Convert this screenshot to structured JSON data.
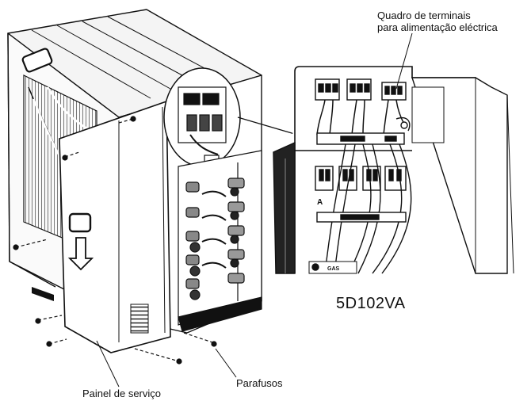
{
  "labels": {
    "terminal_block_line1": "Quadro de terminais",
    "terminal_block_line2": "para alimentação eléctrica",
    "model": "5D102VA",
    "screws": "Parafusos",
    "service_panel": "Painel de serviço"
  },
  "inset_marks": {
    "mark_a": "A",
    "mark_gas": "GAS"
  }
}
